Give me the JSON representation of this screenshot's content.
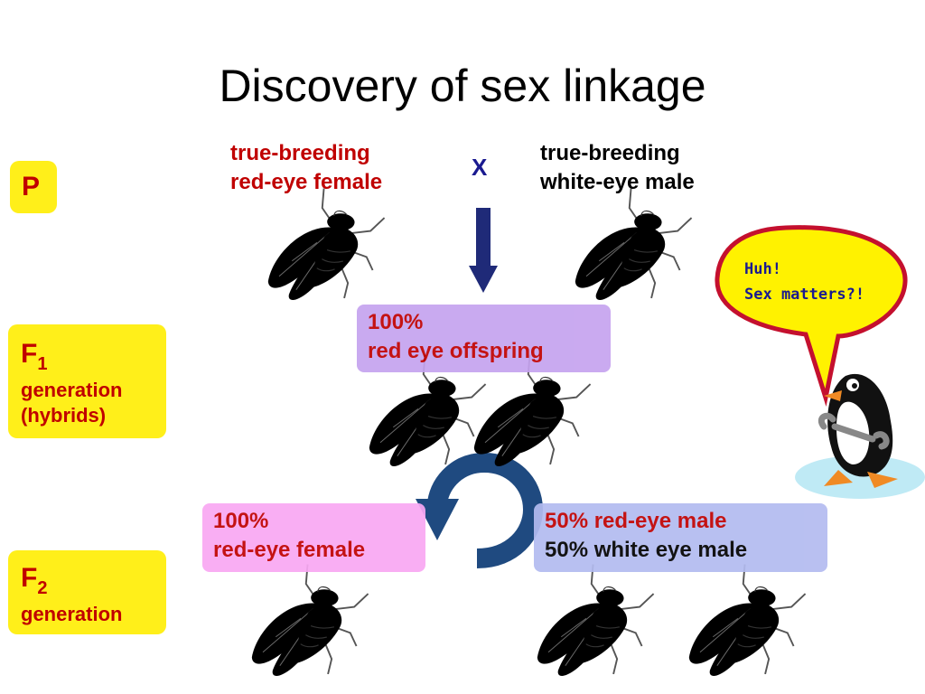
{
  "title": "Discovery of sex linkage",
  "generations": {
    "p": {
      "letter": "P"
    },
    "f1": {
      "letter": "F",
      "sub": "1",
      "line1": "generation",
      "line2": "(hybrids)"
    },
    "f2": {
      "letter": "F",
      "sub": "2",
      "line1": "generation"
    }
  },
  "parents": {
    "female": {
      "line1": "true-breeding",
      "line2": "red-eye female"
    },
    "cross_symbol": "X",
    "male": {
      "line1": "true-breeding",
      "line2": "white-eye male"
    }
  },
  "f1_result": {
    "line1": "100%",
    "line2": "red eye offspring"
  },
  "f2_female": {
    "line1": "100%",
    "line2": "red-eye female"
  },
  "f2_male": {
    "line1": "50% red-eye male",
    "line2": "50% white eye male"
  },
  "bubble": {
    "line1": "Huh!",
    "line2": "Sex matters?!"
  },
  "colors": {
    "generation_box": "#ffef1a",
    "label_red": "#c00000",
    "f1_box": "#c5a3ef",
    "f2_female_box": "#f9a8f3",
    "f2_male_box": "#b3bbf0",
    "arrow": "#1f2a78",
    "cycle_arrow": "#1f4a80",
    "female_fly_body": "#f070b0",
    "male_fly_body": "#3ab0e8"
  }
}
